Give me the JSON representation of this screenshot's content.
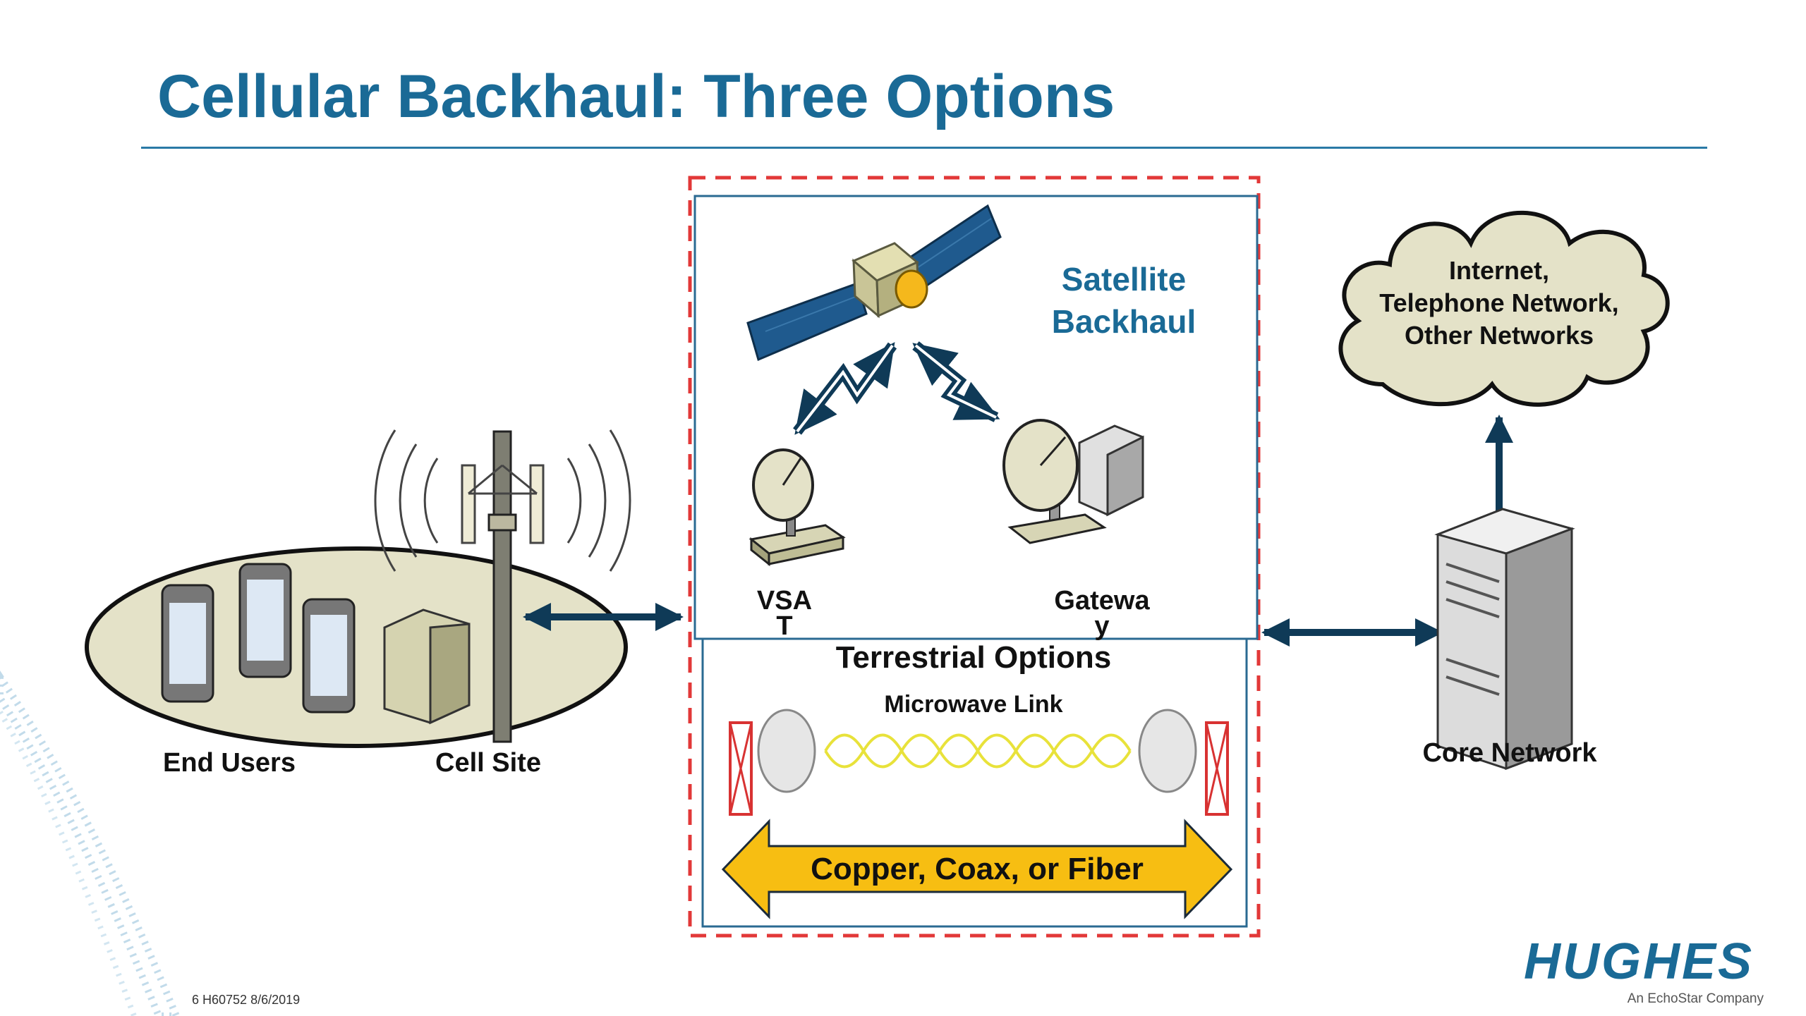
{
  "slide": {
    "title": "Cellular Backhaul: Three Options",
    "footer": "6 H60752  8/6/2019"
  },
  "brand": {
    "logo_text": "HUGHES",
    "tagline": "An EchoStar Company",
    "color": "#1a6a96"
  },
  "diagram": {
    "satellite_label_line1": "Satellite",
    "satellite_label_line2": "Backhaul",
    "vsat_line1": "VSA",
    "vsat_line2": "T",
    "gateway_line1": "Gatewa",
    "gateway_line2": "y",
    "terrestrial_title": "Terrestrial Options",
    "microwave_label": "Microwave Link",
    "wired_label": "Copper, Coax, or Fiber",
    "cloud_line1": "Internet,",
    "cloud_line2": "Telephone Network,",
    "cloud_line3": "Other Networks",
    "end_users_label": "End Users",
    "cell_site_label": "Cell Site",
    "core_network_label": "Core Network"
  },
  "colors": {
    "accent_blue": "#1a6a96",
    "dashed_red": "#e23838",
    "navy_arrow": "#0f3a57",
    "cloud_fill": "#e4e2c8",
    "wired_arrow_fill": "#f7be12",
    "microwave_wave": "#e8e23a"
  },
  "icons": [
    "satellite-icon",
    "vsat-dish-icon",
    "gateway-dish-icon",
    "cell-tower-icon",
    "smartphone-icon",
    "server-rack-icon",
    "cloud-icon",
    "microwave-antenna-icon"
  ]
}
